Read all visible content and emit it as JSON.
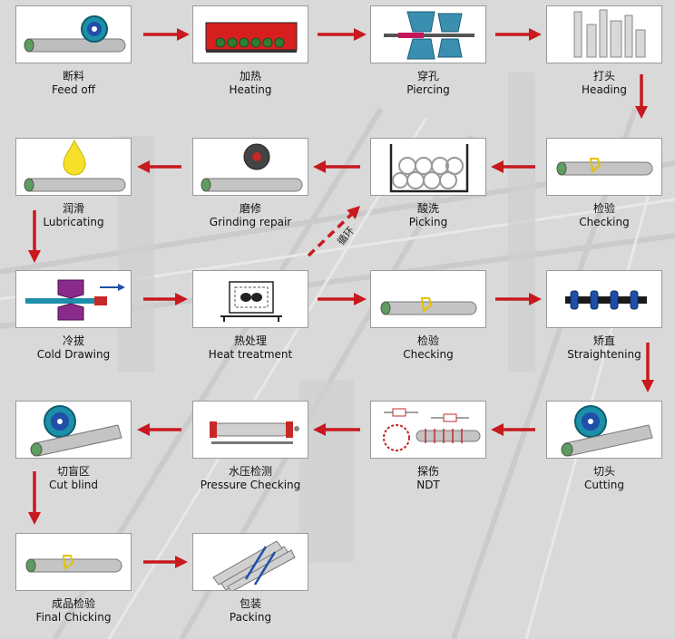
{
  "steps": [
    {
      "zh": "断料",
      "en": "Feed off",
      "icon": "tube-cutter-icon"
    },
    {
      "zh": "加热",
      "en": "Heating",
      "icon": "furnace-icon"
    },
    {
      "zh": "穿孔",
      "en": "Piercing",
      "icon": "piercing-rolls-icon"
    },
    {
      "zh": "打头",
      "en": "Heading",
      "icon": "heading-tubes-icon"
    },
    {
      "zh": "检验",
      "en": "Checking",
      "icon": "inspected-tube-icon"
    },
    {
      "zh": "酸洗",
      "en": "Picking",
      "icon": "acid-tank-icon"
    },
    {
      "zh": "磨修",
      "en": "Grinding repair",
      "icon": "grinding-wheel-icon"
    },
    {
      "zh": "润滑",
      "en": "Lubricating",
      "icon": "oil-drop-icon"
    },
    {
      "zh": "冷拔",
      "en": "Cold Drawing",
      "icon": "drawing-die-icon"
    },
    {
      "zh": "热处理",
      "en": "Heat treatment",
      "icon": "heat-treatment-icon"
    },
    {
      "zh": "检验",
      "en": "Checking",
      "icon": "inspected-tube-icon"
    },
    {
      "zh": "矫直",
      "en": "Straightening",
      "icon": "straightener-rolls-icon"
    },
    {
      "zh": "切头",
      "en": "Cutting",
      "icon": "cutting-disc-icon"
    },
    {
      "zh": "探伤",
      "en": "NDT",
      "icon": "ndt-coil-icon"
    },
    {
      "zh": "水压检测",
      "en": "Pressure Checking",
      "icon": "pressure-test-icon"
    },
    {
      "zh": "切盲区",
      "en": "Cut blind",
      "icon": "cutting-disc-icon"
    },
    {
      "zh": "成品检验",
      "en": "Final Chicking",
      "icon": "inspected-tube-icon"
    },
    {
      "zh": "包装",
      "en": "Packing",
      "icon": "tube-bundle-icon"
    }
  ],
  "loop_label": "循环",
  "colors": {
    "arrow": "#c8191e",
    "tube": "#b8b8b8",
    "accent_blue": "#1f4fa8",
    "accent_teal": "#1d8fa8"
  }
}
